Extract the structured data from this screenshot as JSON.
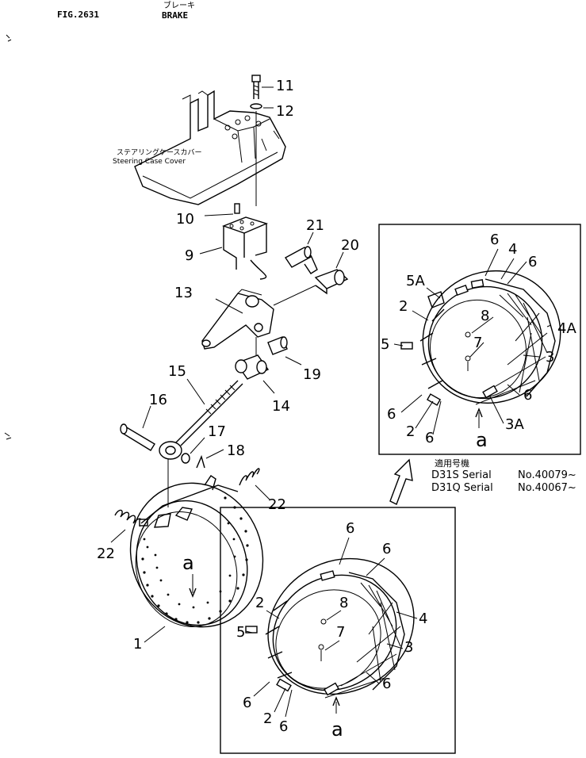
{
  "header": {
    "fig": "FIG.2631",
    "title_jp": "ブレーキ",
    "title_en": "BRAKE"
  },
  "callouts": {
    "c11": "11",
    "c12": "12",
    "c10": "10",
    "c9": "9",
    "c21": "21",
    "c20": "20",
    "c13": "13",
    "c19": "19",
    "c15": "15",
    "c14": "14",
    "c16": "16",
    "c17": "17",
    "c18": "18",
    "c22a": "22",
    "c22b": "22",
    "c1": "1",
    "ca": "a"
  },
  "steering_cover": {
    "jp": "ステアリングケースカバー",
    "en": "Steering Case Cover"
  },
  "inset_top": {
    "labels": [
      "6",
      "4",
      "6",
      "5A",
      "2",
      "8",
      "4A",
      "5",
      "7",
      "3",
      "6",
      "6",
      "2",
      "6",
      "3A",
      "a"
    ]
  },
  "serial_note": {
    "jp": "適用号機",
    "line1_model": "D31S Serial",
    "line1_no": "No.40079~",
    "line2_model": "D31Q Serial",
    "line2_no": "No.40067~"
  },
  "inset_bottom": {
    "labels": [
      "6",
      "6",
      "2",
      "8",
      "4",
      "5",
      "7",
      "3",
      "6",
      "6",
      "2",
      "6",
      "a"
    ]
  }
}
